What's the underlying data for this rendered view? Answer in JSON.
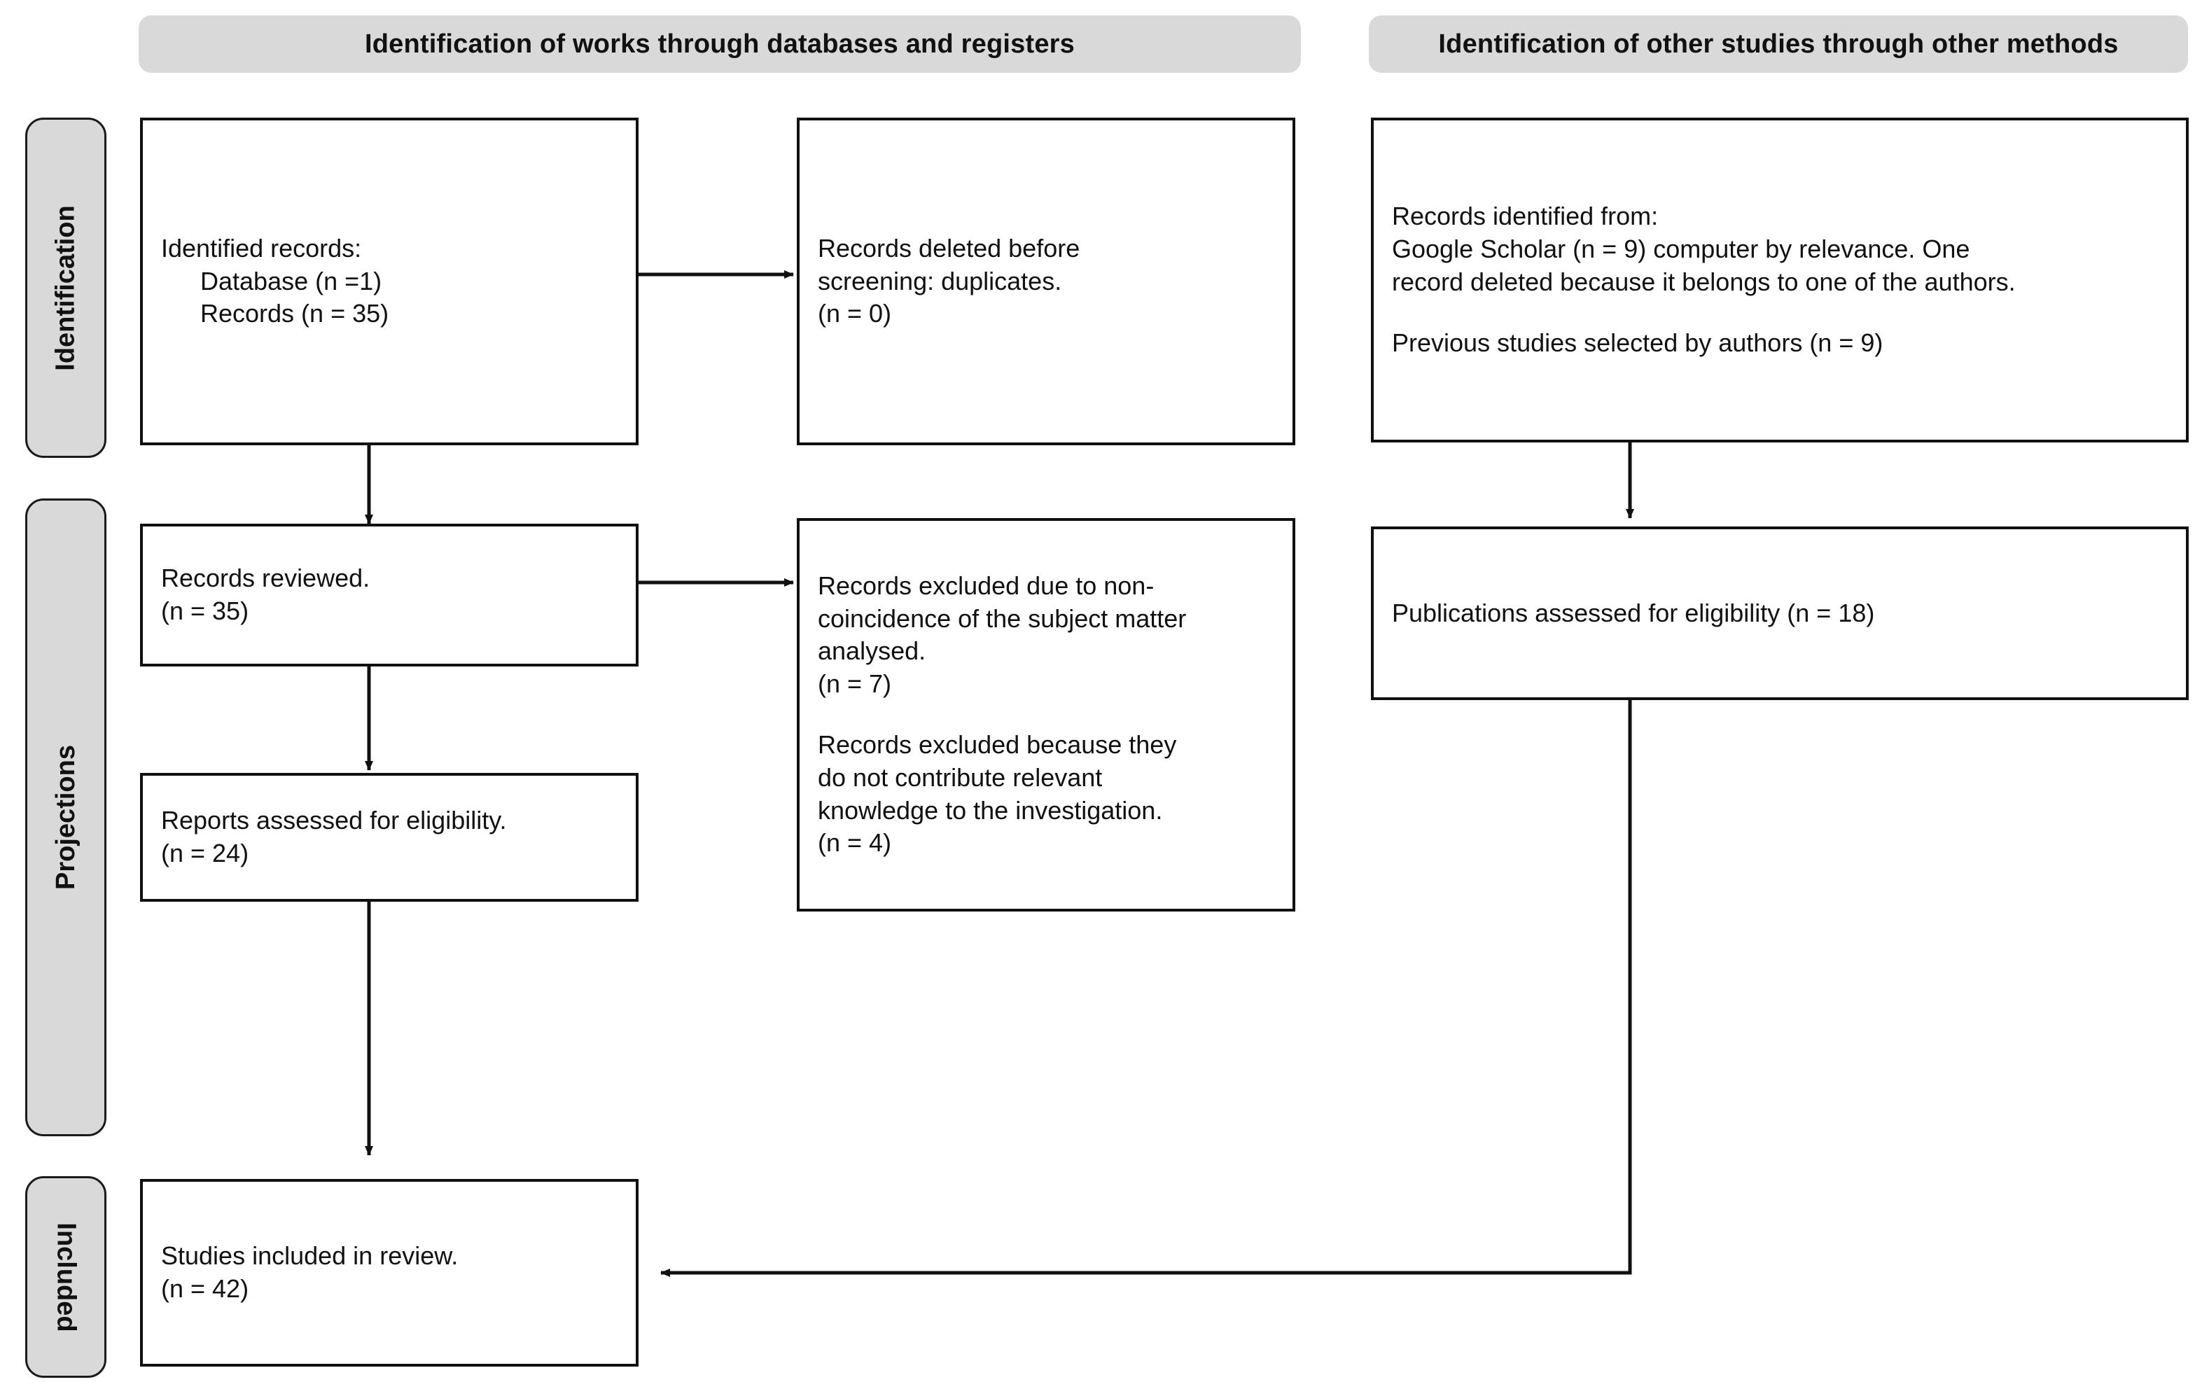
{
  "colors": {
    "header_fill": "#d9d9d9",
    "box_border": "#111111",
    "canvas": "#ffffff",
    "connector": "#111111"
  },
  "headers": {
    "left": "Identification of works through databases and registers",
    "right": "Identification of other studies through other methods"
  },
  "phases": [
    {
      "label": "Identification"
    },
    {
      "label": "Projections"
    },
    {
      "label": "Included"
    }
  ],
  "boxes": {
    "identified_records": {
      "l1": "Identified records:",
      "l2": "Database (n =1)",
      "l3": "Records (n = 35)"
    },
    "records_deleted": {
      "l1": "Records deleted before",
      "l2": "screening: duplicates.",
      "l3": "(n = 0)"
    },
    "other_records": {
      "l1": "Records identified from:",
      "l2": "Google Scholar (n = 9) computer by relevance. One",
      "l3": "record deleted because it belongs to one of the authors.",
      "l4": "Previous studies selected by authors (n = 9)"
    },
    "records_reviewed": {
      "l1": "Records reviewed.",
      "l2": "(n = 35)"
    },
    "records_excluded": {
      "l1": "Records excluded due to non-",
      "l2": "coincidence of the subject matter",
      "l3": "analysed.",
      "l4": "(n = 7)",
      "l5": "Records excluded because they",
      "l6": "do not contribute relevant",
      "l7": "knowledge to the investigation.",
      "l8": "(n = 4)"
    },
    "publications_assessed": {
      "l1": "Publications assessed for eligibility (n = 18)"
    },
    "reports_assessed": {
      "l1": "Reports assessed for eligibility.",
      "l2": "(n = 24)"
    },
    "studies_included": {
      "l1": "Studies included in review.",
      "l2": "(n = 42)"
    }
  },
  "counts": {
    "database": 1,
    "records_identified": 35,
    "duplicates_removed": 0,
    "google_scholar": 9,
    "previous_studies": 9,
    "records_reviewed": 35,
    "excluded_non_coincidence": 7,
    "excluded_no_relevant_knowledge": 4,
    "publications_assessed": 18,
    "reports_assessed": 24,
    "studies_included": 42
  }
}
